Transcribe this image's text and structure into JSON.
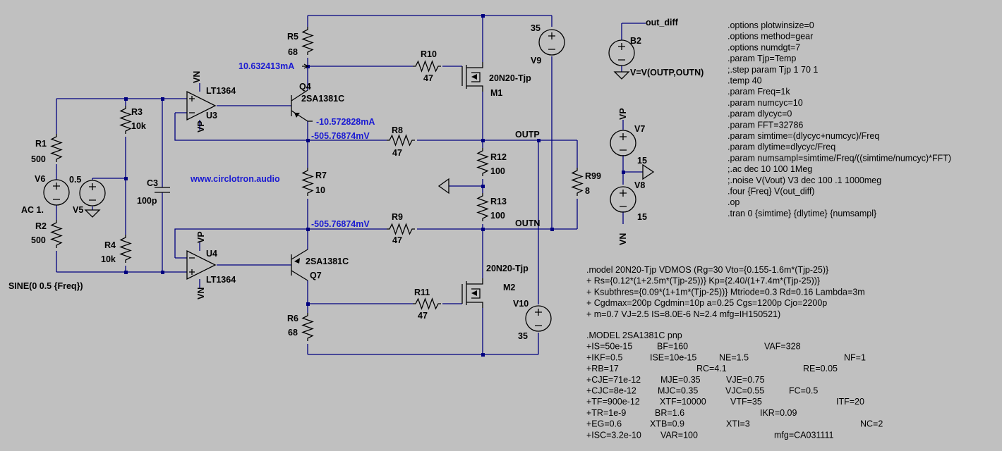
{
  "colors": {
    "background": "#c0c0c0",
    "wire": "#000080",
    "component": "#000000",
    "probe": "#1a1ad2"
  },
  "components": {
    "R1": {
      "name": "R1",
      "value": "500"
    },
    "R2": {
      "name": "R2",
      "value": "500"
    },
    "R3": {
      "name": "R3",
      "value": "10k"
    },
    "R4": {
      "name": "R4",
      "value": "10k"
    },
    "R5": {
      "name": "R5",
      "value": "68"
    },
    "R6": {
      "name": "R6",
      "value": "68"
    },
    "R7": {
      "name": "R7",
      "value": "10"
    },
    "R8": {
      "name": "R8",
      "value": "47"
    },
    "R9": {
      "name": "R9",
      "value": "47"
    },
    "R10": {
      "name": "R10",
      "value": "47"
    },
    "R11": {
      "name": "R11",
      "value": "47"
    },
    "R12": {
      "name": "R12",
      "value": "100"
    },
    "R13": {
      "name": "R13",
      "value": "100"
    },
    "R99": {
      "name": "R99",
      "value": "8"
    },
    "C3": {
      "name": "C3",
      "value": "100p"
    },
    "V5": {
      "name": "V5",
      "value": "0.5"
    },
    "V6": {
      "name": "V6",
      "ac": "AC 1.",
      "sine": "SINE(0 0.5 {Freq})"
    },
    "V7": {
      "name": "V7",
      "value": "15"
    },
    "V8": {
      "name": "V8",
      "value": "15"
    },
    "V9": {
      "name": "V9",
      "value": "35"
    },
    "V10": {
      "name": "V10",
      "value": "35"
    },
    "B2": {
      "name": "B2",
      "expr": "V=V(OUTP,OUTN)"
    },
    "U3": {
      "name": "U3",
      "model": "LT1364"
    },
    "U4": {
      "name": "U4",
      "model": "LT1364"
    },
    "Q4": {
      "name": "Q4",
      "model": "2SA1381C"
    },
    "Q7": {
      "name": "Q7",
      "model": "2SA1381C"
    },
    "M1": {
      "name": "M1",
      "model": "20N20-Tjp"
    },
    "M2": {
      "name": "M2",
      "model": "20N20-Tjp"
    }
  },
  "nets": {
    "vp": "VP",
    "vn": "VN",
    "outp": "OUTP",
    "outn": "OUTN",
    "out_diff": "out_diff"
  },
  "probes": {
    "q4_base_current": "10.632413mA",
    "q4_emitter_current": "-10.572828mA",
    "outp_voltage": "-505.76874mV",
    "outn_voltage": "-505.76874mV"
  },
  "website": "www.circlotron.audio",
  "directives": [
    ".options plotwinsize=0",
    ".options method=gear",
    ".options numdgt=7",
    ".param Tjp=Temp",
    ";.step param Tjp 1 70 1",
    ".temp 40",
    ".param Freq=1k",
    ".param numcyc=10",
    ".param dlycyc=0",
    ".param FFT=32786",
    ".param simtime=(dlycyc+numcyc)/Freq",
    ".param dlytime=dlycyc/Freq",
    ".param numsampl=simtime/Freq/((simtime/numcyc)*FFT)",
    ";.ac dec 10 100 1Meg",
    ";.noise V(Vout) V3 dec 100 .1 1000meg",
    ".four {Freq} V(out_diff)",
    ".op",
    ".tran 0 {simtime} {dlytime} {numsampl}"
  ],
  "vdmos_model": [
    ".model 20N20-Tjp VDMOS (Rg=30 Vto={0.155-1.6m*(Tjp-25)}",
    "+ Rs={0.12*(1+2.5m*(Tjp-25))} Kp={2.40/(1+7.4m*(Tjp-25))}",
    "+ Ksubthres={0.09*(1+1m*(Tjp-25))} Mtriode=0.3  Rd=0.16 Lambda=3m",
    "+ Cgdmax=200p Cgdmin=10p a=0.25 Cgs=1200p Cjo=2200p",
    "+ m=0.7 VJ=2.5 IS=8.0E-6 N=2.4 mfg=IH150521)"
  ],
  "bjt_model": [
    [
      ".MODEL 2SA1381C pnp"
    ],
    [
      "+IS=50e-15",
      "BF=160",
      "VAF=328"
    ],
    [
      "+IKF=0.5",
      "ISE=10e-15",
      "NE=1.5",
      "NF=1"
    ],
    [
      "+RB=17",
      "RC=4.1",
      "RE=0.05"
    ],
    [
      "+CJE=71e-12",
      "MJE=0.35",
      "VJE=0.75"
    ],
    [
      "+CJC=8e-12",
      "MJC=0.35",
      "VJC=0.55",
      "FC=0.5"
    ],
    [
      "+TF=900e-12",
      "XTF=10000",
      "VTF=35",
      "ITF=20"
    ],
    [
      "+TR=1e-9",
      "BR=1.6",
      "IKR=0.09"
    ],
    [
      "+EG=0.6",
      "XTB=0.9",
      "XTI=3",
      "NC=2"
    ],
    [
      "+ISC=3.2e-10",
      "VAR=100",
      "mfg=CA031111"
    ]
  ]
}
